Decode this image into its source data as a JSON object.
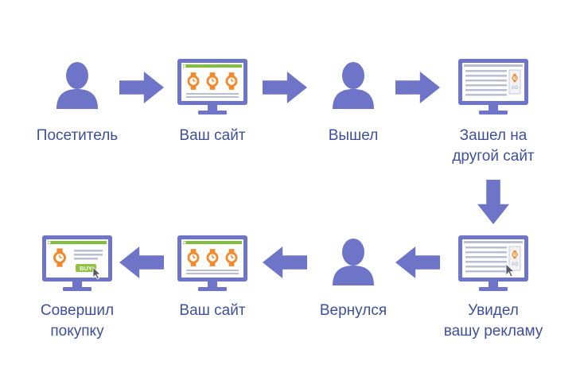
{
  "colors": {
    "primary": "#6e74c8",
    "label": "#3e4f9c",
    "screen_fill": "#ffffff",
    "content_line": "#b9bfd0",
    "site_header": "#7fbf3c",
    "watch": "#f08a2c",
    "buy_button": "#8fc341",
    "buy_text": "#ffffff"
  },
  "steps": [
    {
      "id": "visitor",
      "label_lines": [
        "Посетитель"
      ],
      "icon": "person-icon"
    },
    {
      "id": "your-site",
      "label_lines": [
        "Ваш сайт"
      ],
      "icon": "monitor-watches-icon"
    },
    {
      "id": "left",
      "label_lines": [
        "Вышел"
      ],
      "icon": "person-icon"
    },
    {
      "id": "other-site",
      "label_lines": [
        "Зашел на",
        "другой сайт"
      ],
      "icon": "monitor-ad-icon"
    },
    {
      "id": "saw-ad",
      "label_lines": [
        "Увидел",
        "вашу рекламу"
      ],
      "icon": "monitor-ad-click-icon"
    },
    {
      "id": "returned",
      "label_lines": [
        "Вернулся"
      ],
      "icon": "person-icon"
    },
    {
      "id": "your-site-again",
      "label_lines": [
        "Ваш сайт"
      ],
      "icon": "monitor-watches-icon"
    },
    {
      "id": "purchase",
      "label_lines": [
        "Совершил",
        "покупку"
      ],
      "icon": "monitor-buy-icon"
    }
  ],
  "ad_badge_text": "AD",
  "buy_button_text": "BUY",
  "arrows": [
    {
      "from": "visitor",
      "to": "your-site",
      "direction": "right"
    },
    {
      "from": "your-site",
      "to": "left",
      "direction": "right"
    },
    {
      "from": "left",
      "to": "other-site",
      "direction": "right"
    },
    {
      "from": "other-site",
      "to": "saw-ad",
      "direction": "down"
    },
    {
      "from": "saw-ad",
      "to": "returned",
      "direction": "left"
    },
    {
      "from": "returned",
      "to": "your-site-again",
      "direction": "left"
    },
    {
      "from": "your-site-again",
      "to": "purchase",
      "direction": "left"
    }
  ]
}
